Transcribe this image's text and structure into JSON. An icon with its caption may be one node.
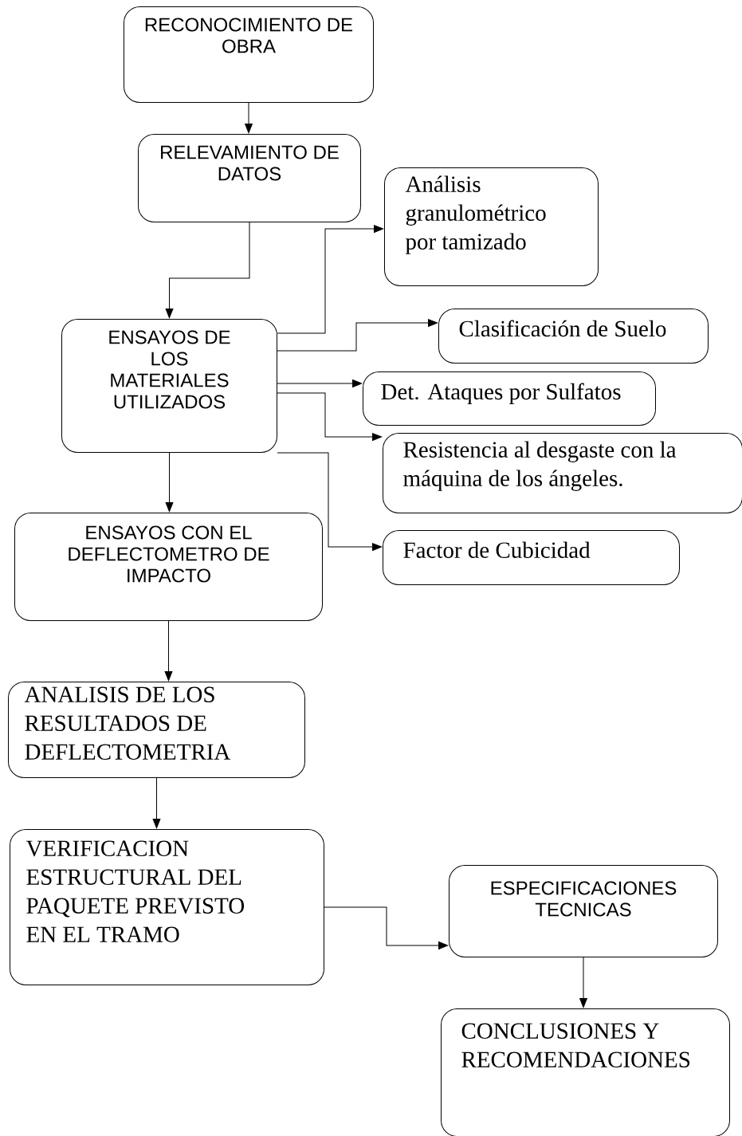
{
  "diagram": {
    "nodes": [
      {
        "text": [
          "RECONOCIMIENTO DE OBRA"
        ]
      },
      {
        "text": [
          "RELEVAMIENTO DE DATOS"
        ]
      },
      {
        "text": [
          "Análisis granulométrico por tamizado"
        ]
      },
      {
        "text": [
          "ENSAYOS DE LOS MATERIALES UTILIZADOS"
        ]
      },
      {
        "text": [
          "Clasificación de Suelo"
        ]
      },
      {
        "text": [
          "Det. Ataques por Sulfatos"
        ]
      },
      {
        "text": [
          "Resistencia al desgaste con la máquina de los ángeles."
        ]
      },
      {
        "text": [
          "Factor de Cubicidad"
        ]
      },
      {
        "text": [
          "ENSAYOS CON EL DEFLECTOMETRO DE IMPACTO"
        ]
      },
      {
        "text": [
          "ANALISIS DE LOS RESULTADOS DE DEFLECTOMETRIA"
        ]
      },
      {
        "text": [
          "VERIFICACION ESTRUCTURAL DEL PAQUETE PREVISTO EN EL TRAMO"
        ]
      },
      {
        "text": [
          "ESPECIFICACIONES TECNICAS"
        ]
      },
      {
        "text": [
          "CONCLUSIONES Y RECOMENDACIONES"
        ]
      }
    ],
    "edges": [
      {
        "from": 0,
        "to": 1,
        "arrow": "to"
      },
      {
        "from": 1,
        "to": 3,
        "arrow": "to"
      },
      {
        "from": 3,
        "to": 2,
        "arrow": "to"
      },
      {
        "from": 3,
        "to": 4,
        "arrow": "to"
      },
      {
        "from": 3,
        "to": 5,
        "arrow": "to"
      },
      {
        "from": 3,
        "to": 6,
        "arrow": "to"
      },
      {
        "from": 3,
        "to": 7,
        "arrow": "to"
      },
      {
        "from": 3,
        "to": 8,
        "arrow": "to"
      },
      {
        "from": 8,
        "to": 9,
        "arrow": "to"
      },
      {
        "from": 9,
        "to": 10,
        "arrow": "to"
      },
      {
        "from": 10,
        "to": 11,
        "arrow": "to"
      },
      {
        "from": 11,
        "to": 12,
        "arrow": "to"
      }
    ]
  }
}
